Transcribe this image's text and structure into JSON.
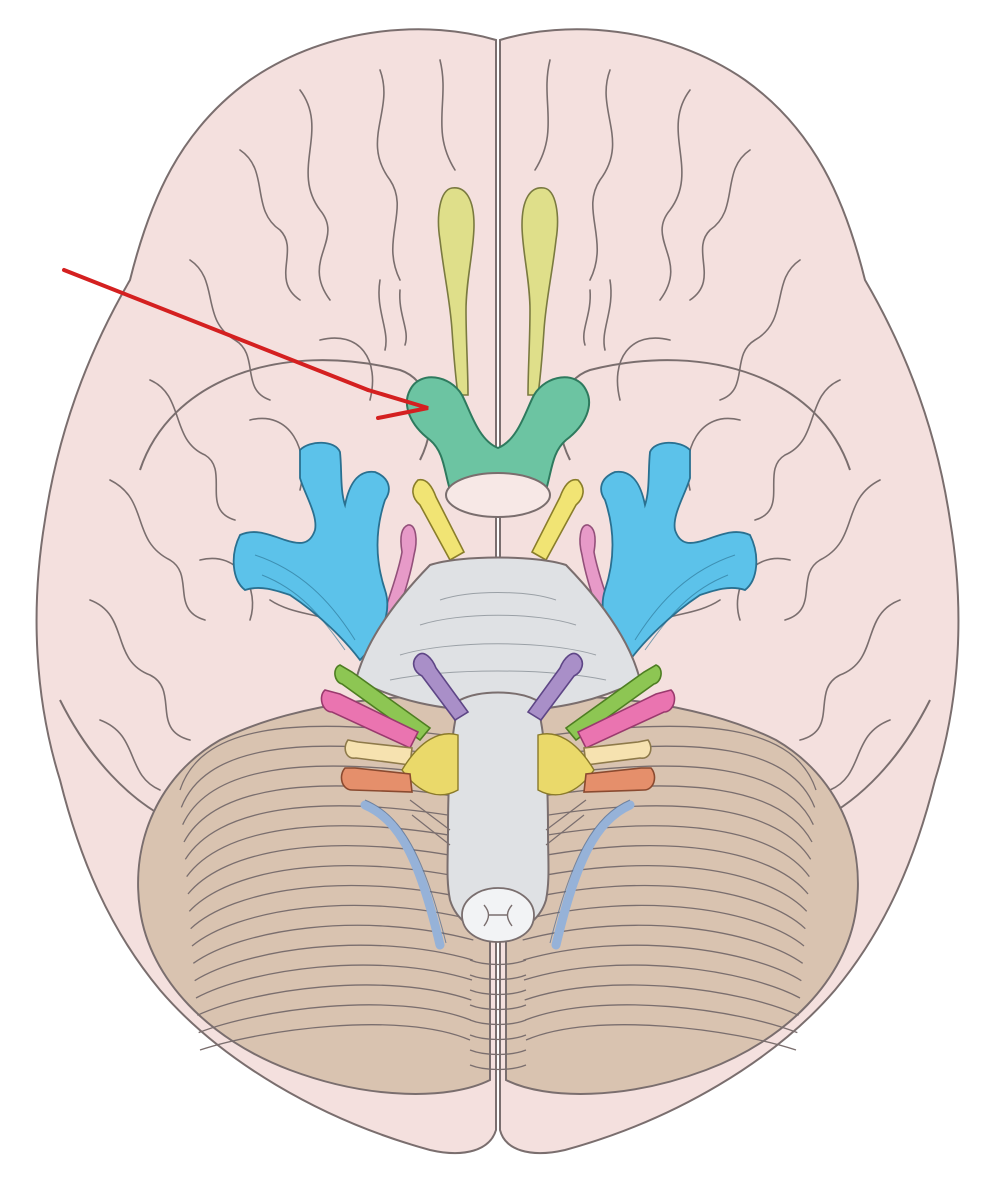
{
  "figure": {
    "subject": "brain-inferior-view-cranial-nerves",
    "labels": [],
    "annotation": {
      "type": "arrow",
      "target": "optic-chiasm",
      "color": "#d42020"
    }
  },
  "colors": {
    "cerebrum_fill": "#f4e0de",
    "outline": "#7a6e6e",
    "cerebellum_fill": "#d9c3b0",
    "brainstem_fill": "#dfe1e4",
    "olfactory": "#dfdf8a",
    "optic": "#6cc4a2",
    "oculomotor": "#f1e474",
    "trochlear": "#e79ac8",
    "trigeminal": "#5cc2ea",
    "abducens": "#a98fc8",
    "facial": "#8dc653",
    "vestibulocochlear": "#ea74b0",
    "glossopharyngeal": "#f6e2b0",
    "vagus": "#e58f6b",
    "hypoglossal": "#96b2d8",
    "pons_junction": "#ead96a",
    "arrow": "#d42020"
  }
}
